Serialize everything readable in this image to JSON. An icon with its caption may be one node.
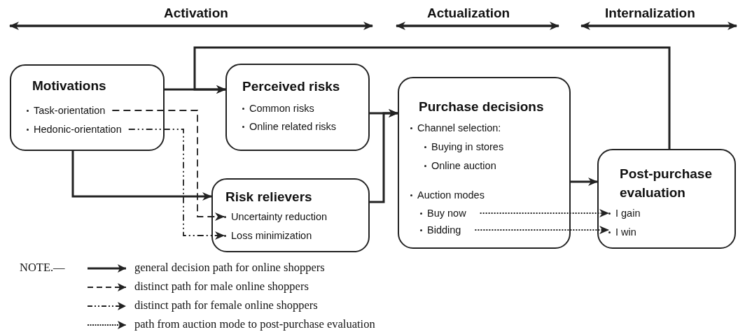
{
  "diagram": {
    "nodes": [
      {
        "text": [
          "Motivations"
        ]
      },
      {
        "text": [
          "Task-orientation"
        ],
        "in": 0
      },
      {
        "text": [
          "Hedonic-orientation"
        ],
        "in": 0
      },
      {
        "text": [
          "Perceived risks",
          "Common risks",
          "Online related risks"
        ]
      },
      {
        "text": [
          "Risk relievers"
        ]
      },
      {
        "text": [
          "Uncertainty reduction"
        ],
        "in": 4
      },
      {
        "text": [
          "Loss minimization"
        ],
        "in": 4
      },
      {
        "text": [
          "Purchase decisions",
          "Channel selection:",
          "Buying in stores",
          "Online auction",
          "Auction modes"
        ]
      },
      {
        "text": [
          "Buy now"
        ],
        "in": 7
      },
      {
        "text": [
          "Bidding"
        ],
        "in": 7
      },
      {
        "text": [
          "Post-purchase evaluation"
        ]
      },
      {
        "text": [
          "I gain"
        ],
        "in": 10
      },
      {
        "text": [
          "I win"
        ],
        "in": 10
      }
    ],
    "edges": [
      {
        "from": 0,
        "to": 3,
        "arrow": "to"
      },
      {
        "from": 0,
        "to": 4,
        "arrow": "to"
      },
      {
        "from": 1,
        "to": 5,
        "arrow": "to",
        "style": "dashed"
      },
      {
        "from": 2,
        "to": 6,
        "arrow": "to",
        "style": "dashed"
      },
      {
        "from": 3,
        "to": 7,
        "arrow": "to"
      },
      {
        "from": 4,
        "to": 7,
        "arrow": "to"
      },
      {
        "from": 7,
        "to": 10,
        "arrow": "to"
      },
      {
        "from": 10,
        "to": 3,
        "arrow": "to"
      },
      {
        "from": 8,
        "to": 11,
        "arrow": "to",
        "style": "dashed"
      },
      {
        "from": 9,
        "to": 12,
        "arrow": "to",
        "style": "dashed"
      }
    ],
    "labels": [
      "Activation",
      "Actualization",
      "Internalization",
      "NOTE.—"
    ],
    "legend": [
      {
        "text": "general decision path for online shoppers"
      },
      {
        "text": "distinct path for male online shoppers"
      },
      {
        "text": "distinct path for female online shoppers"
      },
      {
        "text": "path from auction mode to post-purchase evaluation"
      }
    ]
  }
}
